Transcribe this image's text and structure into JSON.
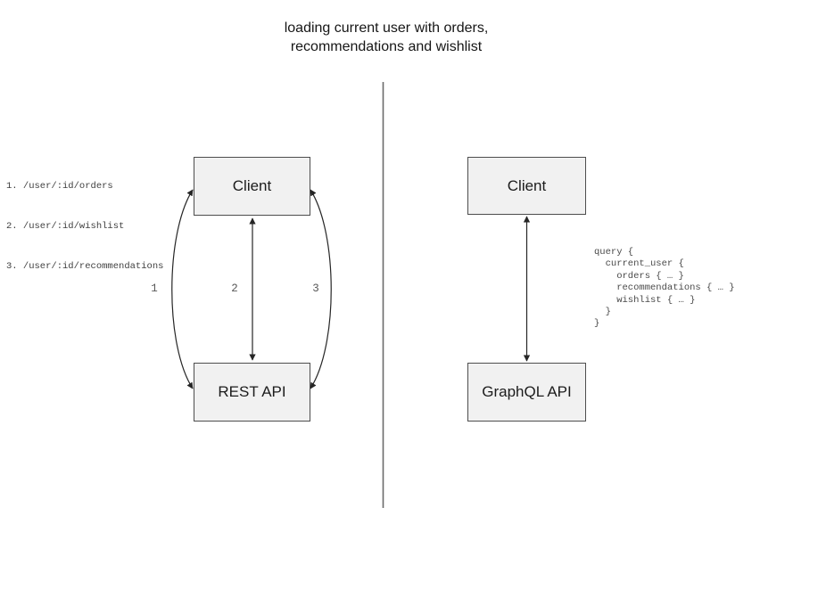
{
  "title": {
    "line1": "loading current user with orders,",
    "line2": "recommendations and wishlist"
  },
  "rest_panel": {
    "client_label": "Client",
    "api_label": "REST API",
    "endpoints": [
      "1. /user/:id/orders",
      "2. /user/:id/wishlist",
      "3. /user/:id/recommendations"
    ],
    "arrow_labels": [
      "1",
      "2",
      "3"
    ]
  },
  "graphql_panel": {
    "client_label": "Client",
    "api_label": "GraphQL API",
    "query_code": "query {\n  current_user {\n    orders { … }\n    recommendations { … }\n    wishlist { … }\n  }\n}"
  },
  "colors": {
    "box_fill": "#f1f1f1",
    "box_border": "#4d4d4d",
    "arrow": "#262626",
    "divider": "#6b6b6b",
    "code_text": "#4a4a4a",
    "arrow_number_text": "#595959",
    "title_text": "#161616"
  }
}
